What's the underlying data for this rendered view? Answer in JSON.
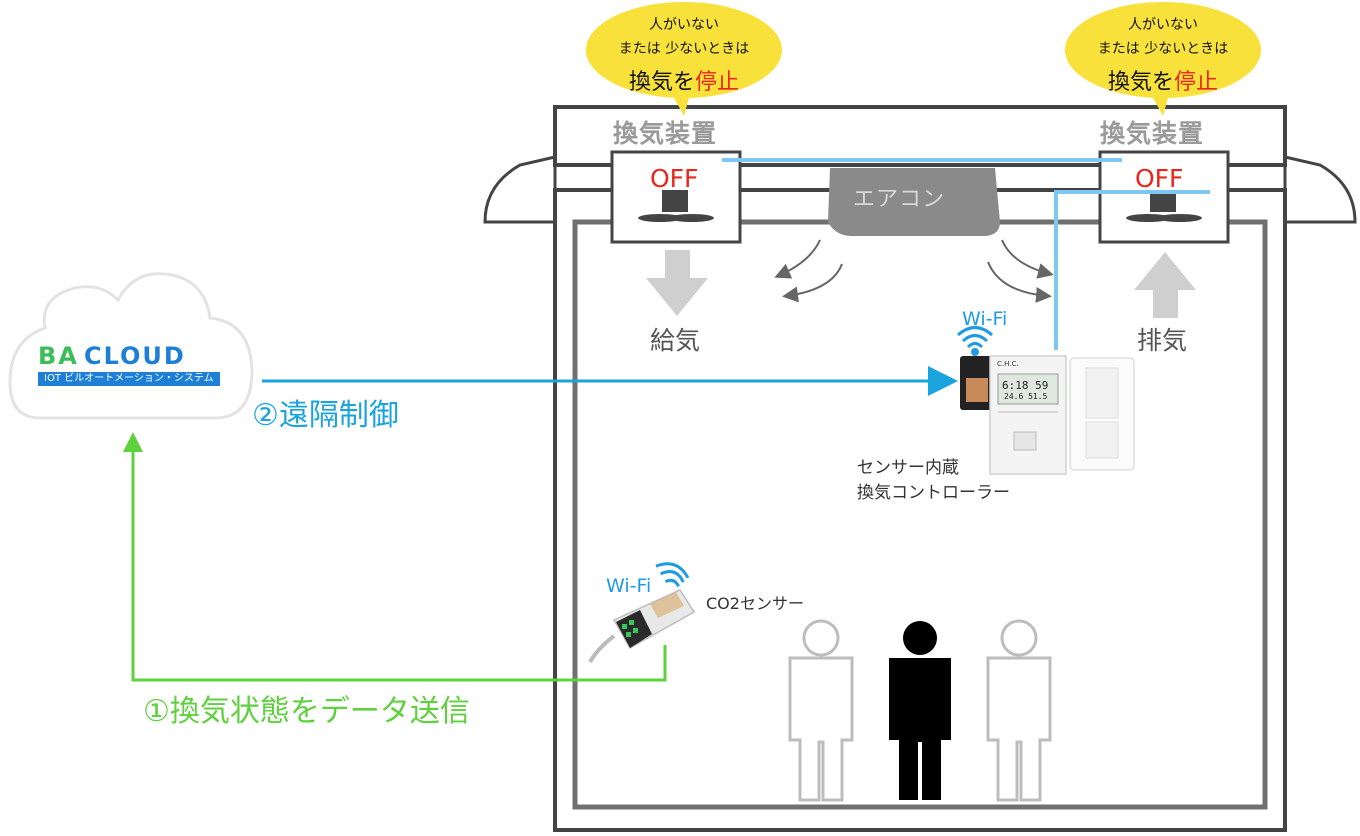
{
  "speech_bubbles": [
    {
      "line1": "人がいない",
      "line2": "または 少ないときは",
      "line3_prefix": "換気を",
      "line3_emph": "停止"
    },
    {
      "line1": "人がいない",
      "line2": "または 少ないときは",
      "line3_prefix": "換気を",
      "line3_emph": "停止"
    }
  ],
  "ventilators": [
    {
      "title": "換気装置",
      "status": "OFF"
    },
    {
      "title": "換気装置",
      "status": "OFF"
    }
  ],
  "aircon": {
    "label": "エアコン"
  },
  "supply_label": "給気",
  "exhaust_label": "排気",
  "controller": {
    "wifi_label": "Wi-Fi",
    "label_line1": "センサー内蔵",
    "label_line2": "換気コントローラー",
    "brand": "C.H.C.",
    "display_time": "6:18 59",
    "display_values": "24.6  51.5"
  },
  "co2_sensor": {
    "wifi_label": "Wi-Fi",
    "label": "CO2センサー"
  },
  "cloud": {
    "title_a": "BA",
    "title_b": "CLOUD",
    "subtitle": "IOT ビルオートメーション・システム"
  },
  "steps": {
    "remote_control": "②遠隔制御",
    "send_data": "①換気状態をデータ送信"
  },
  "colors": {
    "accent_red": "#e8261c",
    "control_blue": "#1aa3dd",
    "data_green": "#5fd03e",
    "wifi_blue": "#1f9be6",
    "bubble_yellow": "#f7e13a"
  },
  "people": [
    {
      "state": "absent"
    },
    {
      "state": "present"
    },
    {
      "state": "absent"
    }
  ]
}
